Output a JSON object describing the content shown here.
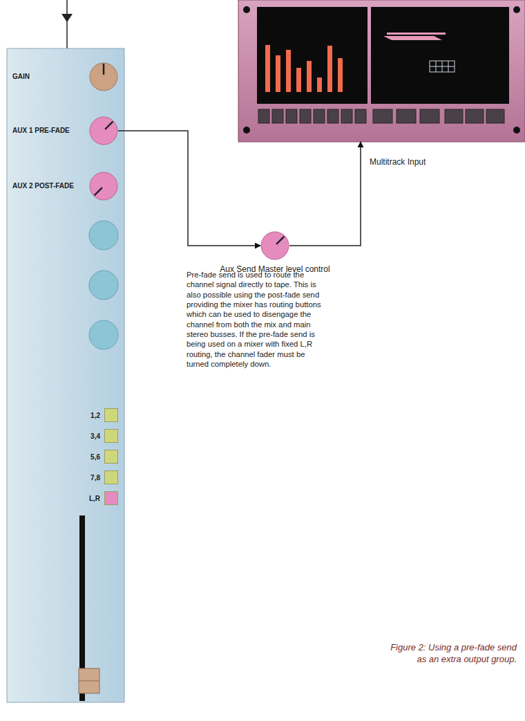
{
  "diagram": {
    "caption": "Figure 2: Using a pre-fade send as an extra output group.",
    "nodes": [
      {
        "text": [
          "GAIN"
        ]
      },
      {
        "text": [
          "AUX 1 PRE-FADE"
        ]
      },
      {
        "text": [
          "AUX 2 POST-FADE"
        ]
      },
      {
        "text": [
          "1,2"
        ]
      },
      {
        "text": [
          "3,4"
        ]
      },
      {
        "text": [
          "5,6"
        ]
      },
      {
        "text": [
          "7,8"
        ]
      },
      {
        "text": [
          "L,R"
        ]
      },
      {
        "text": [
          "Multitrack Input"
        ]
      },
      {
        "text": [
          "Aux Send Master level control"
        ]
      }
    ],
    "edges": [
      {
        "from": 1,
        "to": 9,
        "arrow": "to"
      },
      {
        "from": 9,
        "to": 8,
        "arrow": "to"
      }
    ],
    "labels": [
      "Pre-fade send is used to route the channel signal directly to tape. This is also possible using the post-fade send providing the mixer has routing buttons which can be used to disengage the channel from both the mix and main stereo busses. If the pre-fade send is being used on a mixer with fixed L,R routing, the channel fader must be turned completely down."
    ]
  }
}
